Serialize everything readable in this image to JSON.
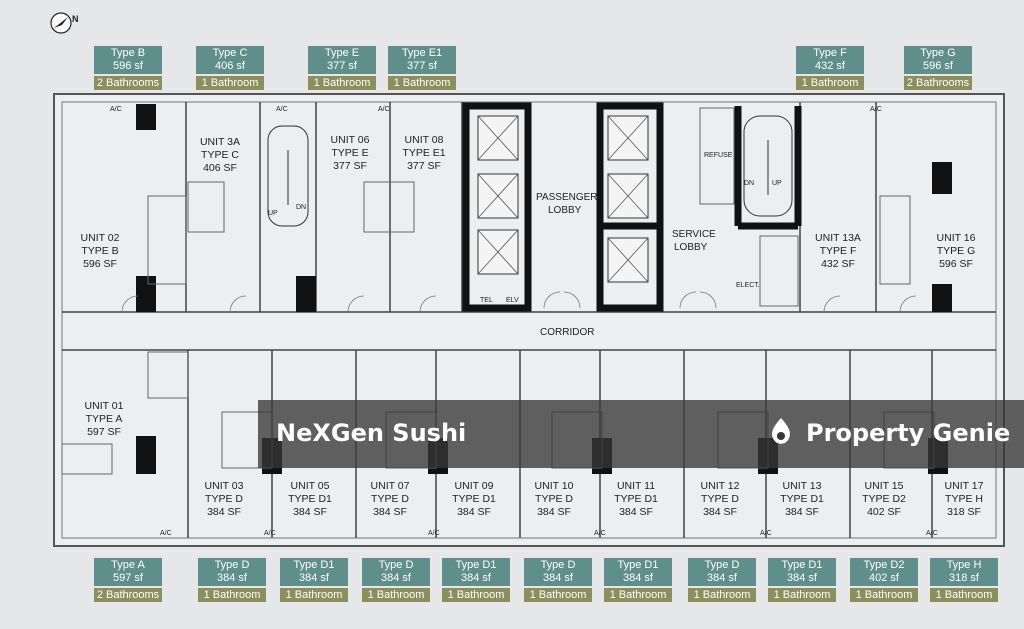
{
  "north_label": "N",
  "top_tags": [
    {
      "type": "Type B",
      "size": "596 sf",
      "bath": "2 Bathrooms"
    },
    {
      "type": "Type C",
      "size": "406 sf",
      "bath": "1 Bathroom"
    },
    {
      "type": "Type E",
      "size": "377 sf",
      "bath": "1 Bathroom"
    },
    {
      "type": "Type E1",
      "size": "377 sf",
      "bath": "1 Bathroom"
    },
    {
      "type": "Type F",
      "size": "432 sf",
      "bath": "1 Bathroom"
    },
    {
      "type": "Type G",
      "size": "596 sf",
      "bath": "2 Bathrooms"
    }
  ],
  "bottom_tags": [
    {
      "type": "Type A",
      "size": "597 sf",
      "bath": "2 Bathrooms"
    },
    {
      "type": "Type D",
      "size": "384 sf",
      "bath": "1 Bathroom"
    },
    {
      "type": "Type D1",
      "size": "384 sf",
      "bath": "1 Bathroom"
    },
    {
      "type": "Type D",
      "size": "384 sf",
      "bath": "1 Bathroom"
    },
    {
      "type": "Type D1",
      "size": "384 sf",
      "bath": "1 Bathroom"
    },
    {
      "type": "Type D",
      "size": "384 sf",
      "bath": "1 Bathroom"
    },
    {
      "type": "Type D1",
      "size": "384 sf",
      "bath": "1 Bathroom"
    },
    {
      "type": "Type D",
      "size": "384 sf",
      "bath": "1 Bathroom"
    },
    {
      "type": "Type D1",
      "size": "384 sf",
      "bath": "1 Bathroom"
    },
    {
      "type": "Type D2",
      "size": "402 sf",
      "bath": "1 Bathroom"
    },
    {
      "type": "Type H",
      "size": "318 sf",
      "bath": "1 Bathroom"
    }
  ],
  "units": [
    {
      "unit": "UNIT 02",
      "type": "TYPE B",
      "size": "596 SF"
    },
    {
      "unit": "UNIT 3A",
      "type": "TYPE C",
      "size": "406 SF"
    },
    {
      "unit": "UNIT 06",
      "type": "TYPE E",
      "size": "377 SF"
    },
    {
      "unit": "UNIT 08",
      "type": "TYPE E1",
      "size": "377 SF"
    },
    {
      "unit": "UNIT 13A",
      "type": "TYPE F",
      "size": "432 SF"
    },
    {
      "unit": "UNIT 16",
      "type": "TYPE G",
      "size": "596 SF"
    },
    {
      "unit": "UNIT 01",
      "type": "TYPE A",
      "size": "597 SF"
    },
    {
      "unit": "UNIT 03",
      "type": "TYPE D",
      "size": "384 SF"
    },
    {
      "unit": "UNIT 05",
      "type": "TYPE D1",
      "size": "384 SF"
    },
    {
      "unit": "UNIT 07",
      "type": "TYPE D",
      "size": "384 SF"
    },
    {
      "unit": "UNIT 09",
      "type": "TYPE D1",
      "size": "384 SF"
    },
    {
      "unit": "UNIT 10",
      "type": "TYPE D",
      "size": "384 SF"
    },
    {
      "unit": "UNIT 11",
      "type": "TYPE D1",
      "size": "384 SF"
    },
    {
      "unit": "UNIT 12",
      "type": "TYPE D",
      "size": "384 SF"
    },
    {
      "unit": "UNIT 13",
      "type": "TYPE D1",
      "size": "384 SF"
    },
    {
      "unit": "UNIT 15",
      "type": "TYPE D2",
      "size": "402 SF"
    },
    {
      "unit": "UNIT 17",
      "type": "TYPE H",
      "size": "318 SF"
    }
  ],
  "labels": {
    "corridor": "CORRIDOR",
    "passenger_lobby_1": "PASSENGER",
    "passenger_lobby_2": "LOBBY",
    "service_lobby_1": "SERVICE",
    "service_lobby_2": "LOBBY",
    "refuse": "REFUSE",
    "elect": "ELECT.",
    "tel": "TEL",
    "elv": "ELV",
    "ac": "A/C",
    "up": "UP",
    "dn": "DN"
  },
  "watermark": {
    "left": "NeXGen Sushi",
    "right": "Property Genie"
  },
  "colors": {
    "background": "#e6e7e8",
    "tag_type": "#5f8f8b",
    "tag_bath": "#8a8f5c",
    "wall": "#111111",
    "watermark": "#373737"
  }
}
